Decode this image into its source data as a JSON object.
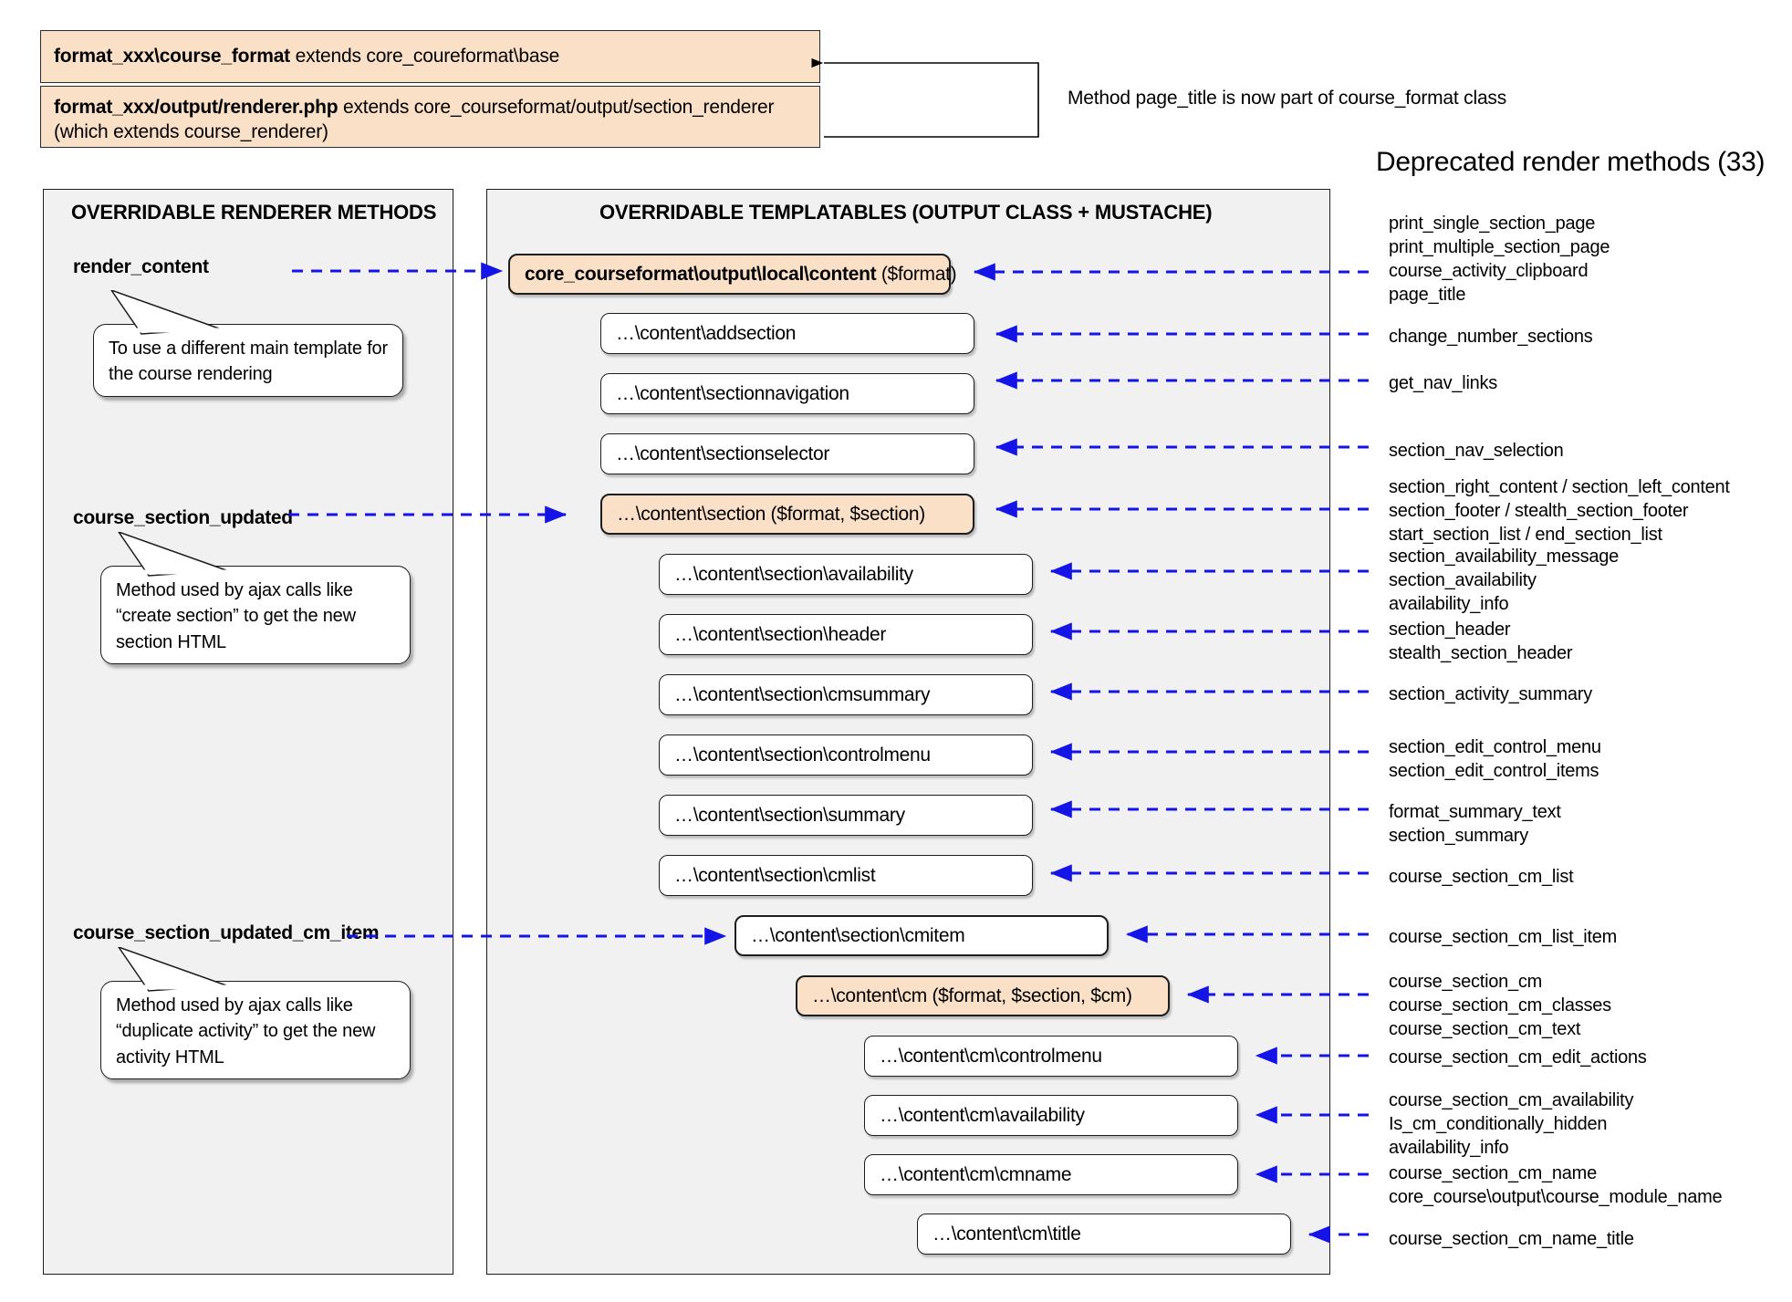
{
  "header": {
    "class_box_1": {
      "bold": "format_xxx\\course_format",
      "rest": " extends core_coureformat\\base"
    },
    "class_box_2": {
      "bold": "format_xxx/output/renderer.php",
      "rest": " extends core_courseformat/output/section_renderer (which extends course_renderer)"
    },
    "note": "Method page_title is now part of course_format class",
    "deprecated_title": "Deprecated render methods (33)"
  },
  "left_panel": {
    "title": "OVERRIDABLE RENDERER METHODS",
    "methods": [
      {
        "name": "render_content",
        "callout": "To use a different main template for the course rendering"
      },
      {
        "name": "course_section_updated",
        "callout": "Method used by ajax calls like “create section” to get the new section HTML"
      },
      {
        "name": "course_section_updated_cm_item",
        "callout": "Method used by ajax calls like “duplicate activity” to get the new activity HTML"
      }
    ]
  },
  "center_panel": {
    "title": "OVERRIDABLE TEMPLATABLES (OUTPUT CLASS + MUSTACHE)",
    "templatables": [
      {
        "bold": "core_courseformat\\output\\local\\content",
        "rest": " ($format)",
        "accent": true
      },
      {
        "bold": "",
        "rest": "…\\content\\addsection",
        "accent": false
      },
      {
        "bold": "",
        "rest": "…\\content\\sectionnavigation",
        "accent": false
      },
      {
        "bold": "",
        "rest": "…\\content\\sectionselector",
        "accent": false
      },
      {
        "bold": "",
        "rest": "…\\content\\section ($format, $section)",
        "accent": true
      },
      {
        "bold": "",
        "rest": "…\\content\\section\\availability",
        "accent": false
      },
      {
        "bold": "",
        "rest": "…\\content\\section\\header",
        "accent": false
      },
      {
        "bold": "",
        "rest": "…\\content\\section\\cmsummary",
        "accent": false
      },
      {
        "bold": "",
        "rest": "…\\content\\section\\controlmenu",
        "accent": false
      },
      {
        "bold": "",
        "rest": "…\\content\\section\\summary",
        "accent": false
      },
      {
        "bold": "",
        "rest": "…\\content\\section\\cmlist",
        "accent": false
      },
      {
        "bold": "",
        "rest": "…\\content\\section\\cmitem",
        "accent": false
      },
      {
        "bold": "",
        "rest": "…\\content\\cm ($format, $section, $cm)",
        "accent": true
      },
      {
        "bold": "",
        "rest": "…\\content\\cm\\controlmenu",
        "accent": false
      },
      {
        "bold": "",
        "rest": "…\\content\\cm\\availability",
        "accent": false
      },
      {
        "bold": "",
        "rest": "…\\content\\cm\\cmname",
        "accent": false
      },
      {
        "bold": "",
        "rest": "…\\content\\cm\\title",
        "accent": false
      }
    ]
  },
  "deprecated_methods": [
    {
      "lines": [
        "print_single_section_page",
        "print_multiple_section_page",
        "course_activity_clipboard",
        "page_title"
      ]
    },
    {
      "lines": [
        "change_number_sections"
      ]
    },
    {
      "lines": [
        "get_nav_links"
      ]
    },
    {
      "lines": [
        "section_nav_selection"
      ]
    },
    {
      "lines": [
        "section_right_content / section_left_content",
        "section_footer / stealth_section_footer",
        "start_section_list / end_section_list"
      ]
    },
    {
      "lines": [
        "section_availability_message",
        "section_availability",
        "availability_info"
      ]
    },
    {
      "lines": [
        "section_header",
        "stealth_section_header"
      ]
    },
    {
      "lines": [
        "section_activity_summary"
      ]
    },
    {
      "lines": [
        "section_edit_control_menu",
        "section_edit_control_items"
      ]
    },
    {
      "lines": [
        "format_summary_text",
        "section_summary"
      ]
    },
    {
      "lines": [
        "course_section_cm_list"
      ]
    },
    {
      "lines": [
        "course_section_cm_list_item"
      ]
    },
    {
      "lines": [
        "course_section_cm",
        "course_section_cm_classes",
        "course_section_cm_text"
      ]
    },
    {
      "lines": [
        "course_section_cm_edit_actions"
      ]
    },
    {
      "lines": [
        "course_section_cm_availability",
        "Is_cm_conditionally_hidden",
        "availability_info"
      ]
    },
    {
      "lines": [
        "course_section_cm_name",
        "core_course\\output\\course_module_name"
      ]
    },
    {
      "lines": [
        "course_section_cm_name_title"
      ]
    }
  ],
  "colors": {
    "accent_fill": "#fbe0c8",
    "panel_fill": "#f1f1f1",
    "arrow": "#1414e6",
    "stroke": "#1d1d1d"
  }
}
